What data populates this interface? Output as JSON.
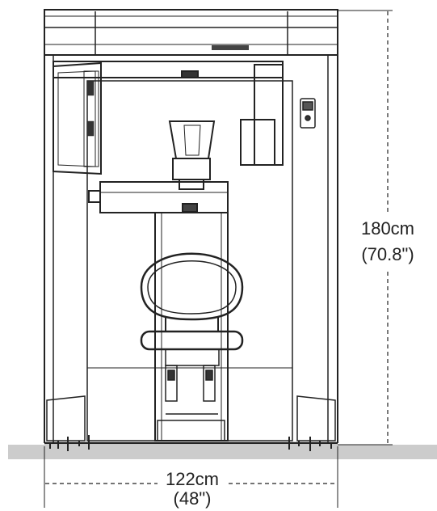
{
  "dimensions": {
    "height_metric": "180cm",
    "height_imperial": "(70.8\")",
    "width_metric": "122cm",
    "width_imperial": "(48\")"
  },
  "colors": {
    "line": "#222222",
    "floor": "#cccccc",
    "background": "#ffffff"
  }
}
